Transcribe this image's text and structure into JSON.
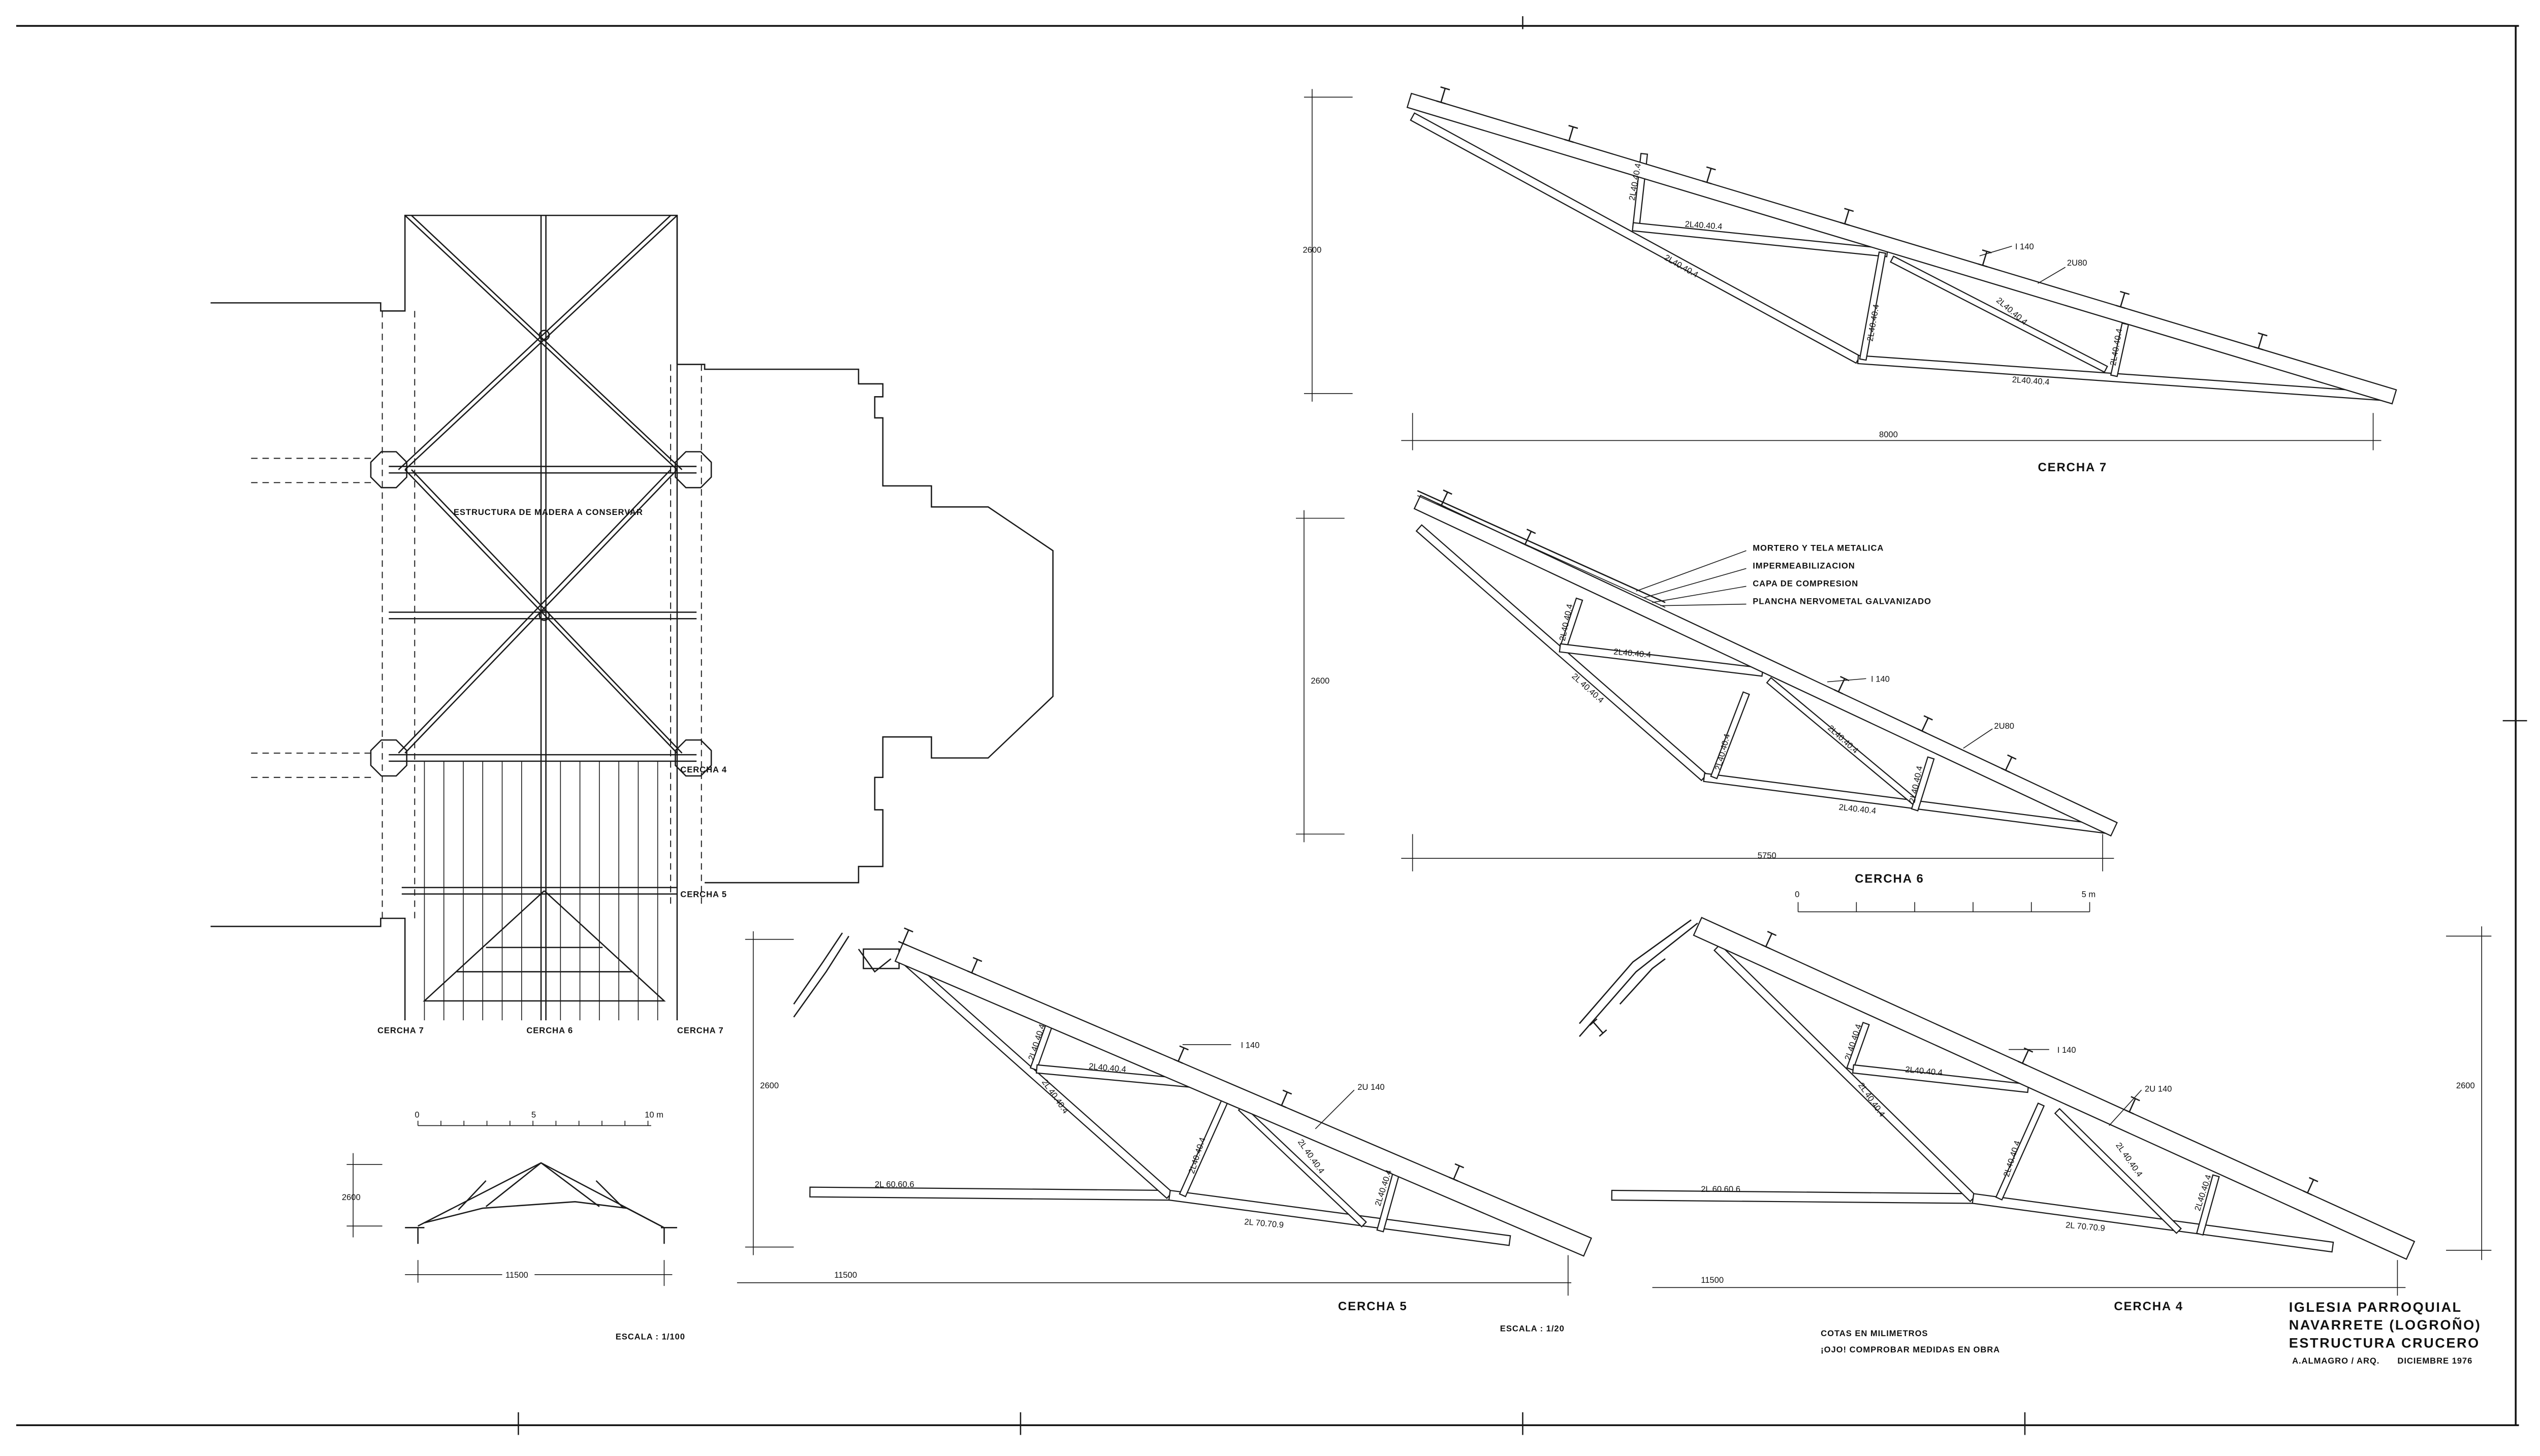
{
  "plan": {
    "structure_note": "ESTRUCTURA DE MADERA A CONSERVAR",
    "labels": {
      "cercha7_left": "CERCHA 7",
      "cercha6": "CERCHA 6",
      "cercha7_right": "CERCHA 7",
      "cercha4": "CERCHA 4",
      "cercha5": "CERCHA 5"
    },
    "scale_bar": {
      "start": "0",
      "mid": "5",
      "end": "10 m"
    }
  },
  "small_section": {
    "height": "2600",
    "span": "11500",
    "scale": "ESCALA : 1/100"
  },
  "cercha7": {
    "title": "CERCHA 7",
    "height": "2600",
    "span": "8000",
    "labels": {
      "purlin": "I 140",
      "top_chord": "2U80",
      "web_a": "2L40.40.4",
      "web_b": "2L40.40.4",
      "lower_chord": "2L40.40.4",
      "web_c": "2L40.40.4",
      "web_d": "2L40.40.4",
      "web_e": "2L40.40.4",
      "bottom_chord": "2L40.40.4"
    }
  },
  "cercha6": {
    "title": "CERCHA 6",
    "height": "2600",
    "span": "5750",
    "labels": {
      "purlin": "I 140",
      "top_chord": "2U80",
      "web_a": "2L40.40.4",
      "web_b": "2L40.40.4",
      "lower_chord": "2L 40.40.4",
      "web_c": "2L40.40.4",
      "web_d": "2L40.40.4",
      "web_e": "2L40.40.4",
      "bottom_chord": "2L40.40.4"
    },
    "roof_layers": [
      "MORTERO Y TELA METALICA",
      "IMPERMEABILIZACION",
      "CAPA DE COMPRESION",
      "PLANCHA NERVOMETAL GALVANIZADO"
    ],
    "scale_bar": {
      "start": "0",
      "end": "5 m"
    }
  },
  "cercha5": {
    "title": "CERCHA 5",
    "height": "2600",
    "span": "11500",
    "scale": "ESCALA : 1/20",
    "labels": {
      "purlin": "I 140",
      "top_chord": "2U 140",
      "web_a": "2L40.40.4",
      "web_b": "2L40.40.4",
      "lower_chord": "2L 40.40.4",
      "web_c": "2L40.40.4",
      "web_d": "2L 40.40.4",
      "web_e": "2L40.40.4",
      "tie": "2L 60.60.6",
      "bottom_chord": "2L 70.70.9"
    }
  },
  "cercha4": {
    "title": "CERCHA 4",
    "height": "2600",
    "span": "11500",
    "labels": {
      "purlin": "I 140",
      "top_chord": "2U 140",
      "web_a": "2L40.40.4",
      "web_b": "2L40.40.4",
      "lower_chord": "2L 40.40.4",
      "web_c": "2L40.40.4",
      "web_d": "2L 40.40.4",
      "web_e": "2L40.40.4",
      "tie": "2L 60.60.6",
      "bottom_chord": "2L 70.70.9"
    }
  },
  "notes": {
    "units": "COTAS EN MILIMETROS",
    "check": "¡OJO! COMPROBAR MEDIDAS EN OBRA"
  },
  "title_block": {
    "line1": "IGLESIA PARROQUIAL",
    "line2": "NAVARRETE (LOGROÑO)",
    "line3": "ESTRUCTURA CRUCERO",
    "author": "A.ALMAGRO / ARQ.",
    "date": "DICIEMBRE 1976"
  }
}
